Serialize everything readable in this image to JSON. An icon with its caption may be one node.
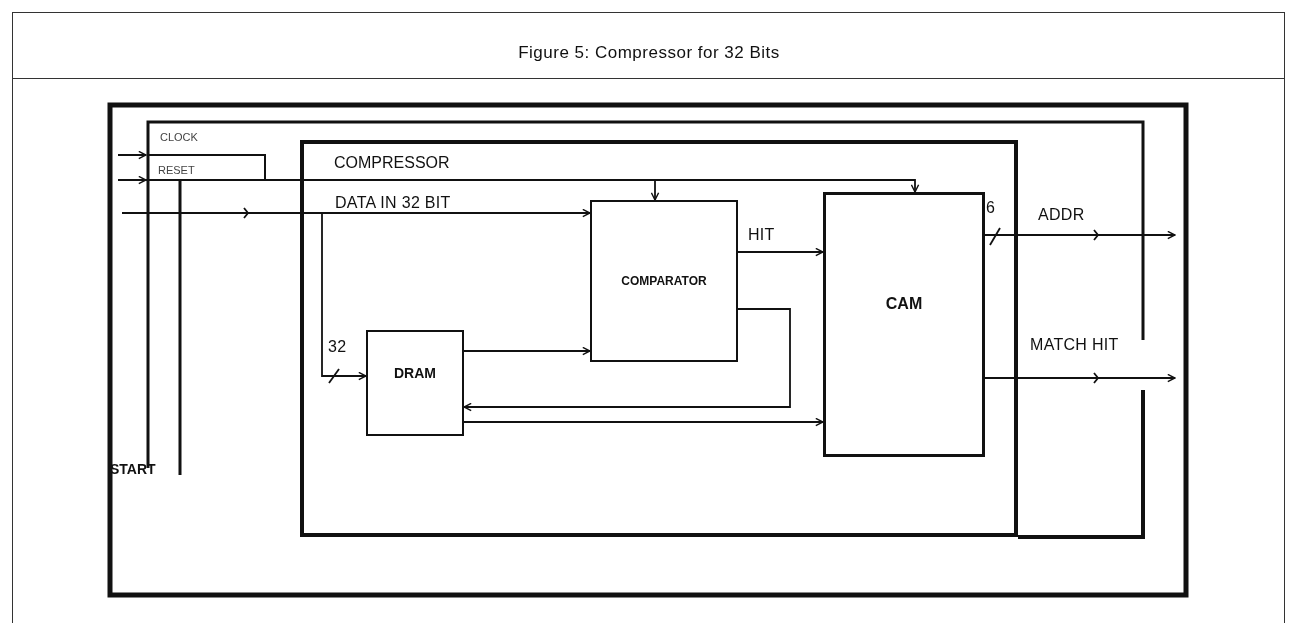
{
  "diagram": {
    "title": "Figure 5: Compressor for 32 Bits",
    "nodes": [
      {
        "text": [
          "COMPRESSOR"
        ]
      },
      {
        "text": [
          "COMPARATOR"
        ],
        "in": 0
      },
      {
        "text": [
          "CAM"
        ],
        "in": 0,
        "beside": [
          "6"
        ]
      },
      {
        "text": [
          "DRAM"
        ],
        "in": 0
      }
    ],
    "edges": [
      {
        "from": null,
        "to": 1,
        "arrow": "to",
        "label": "DATA IN 32 BIT"
      },
      {
        "from": null,
        "to": 3,
        "arrow": "to",
        "label": "32"
      },
      {
        "from": null,
        "to": 1,
        "arrow": "to"
      },
      {
        "from": null,
        "to": 2,
        "arrow": "to"
      },
      {
        "from": 1,
        "to": 2,
        "arrow": "to",
        "label": "HIT"
      },
      {
        "from": 3,
        "to": 1,
        "arrow": "to"
      },
      {
        "from": 1,
        "to": 3,
        "arrow": "to"
      },
      {
        "from": 3,
        "to": 2,
        "arrow": "to"
      },
      {
        "from": 2,
        "to": null,
        "arrow": "to",
        "label": "ADDR"
      },
      {
        "from": 2,
        "to": null,
        "arrow": "to",
        "label": "MATCH HIT"
      }
    ],
    "labels": [
      "CLOCK",
      "RESET",
      "START"
    ]
  }
}
